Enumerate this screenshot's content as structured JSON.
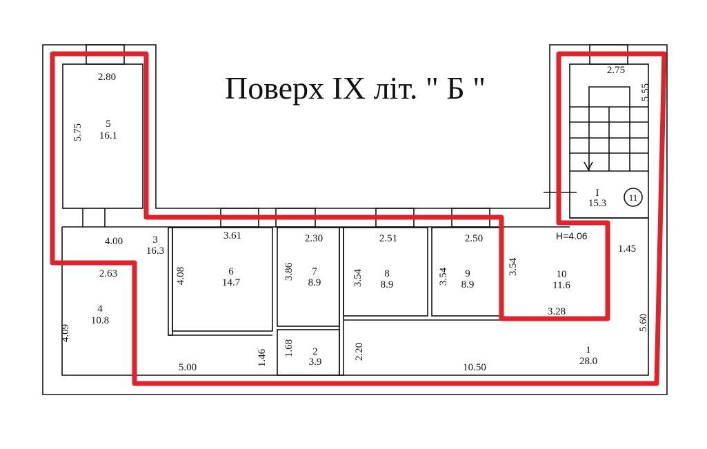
{
  "title": "Поверх IX літ. \" Б \"",
  "highlight_color": "#e0222a",
  "height_note": "H=4.06",
  "rooms": {
    "r1": {
      "no": "1",
      "area": "28.0"
    },
    "r2": {
      "no": "2",
      "area": "3.9"
    },
    "r3": {
      "no": "3",
      "area": "16.3"
    },
    "r4": {
      "no": "4",
      "area": "10.8"
    },
    "r5": {
      "no": "5",
      "area": "16.1"
    },
    "r6": {
      "no": "6",
      "area": "14.7"
    },
    "r7": {
      "no": "7",
      "area": "8.9"
    },
    "r8": {
      "no": "8",
      "area": "8.9"
    },
    "r9": {
      "no": "9",
      "area": "8.9"
    },
    "r10": {
      "no": "10",
      "area": "11.6"
    },
    "stair": {
      "no": "I",
      "area": "15.3",
      "tag": "11"
    }
  },
  "dims": {
    "d280": "2.80",
    "d575": "5.75",
    "d400": "4.00",
    "d263": "2.63",
    "d409": "4.09",
    "d361": "3.61",
    "d408": "4.08",
    "d230": "2.30",
    "d386": "3.86",
    "d251": "2.51",
    "d354a": "3.54",
    "d250": "2.50",
    "d354b": "3.54",
    "d354c": "3.54",
    "d328": "3.28",
    "d168": "1.68",
    "d146": "1.46",
    "d220": "2.20",
    "d500": "5.00",
    "d1050": "10.50",
    "d275": "2.75",
    "d555": "5.55",
    "d145": "1.45",
    "d560": "5.60"
  }
}
